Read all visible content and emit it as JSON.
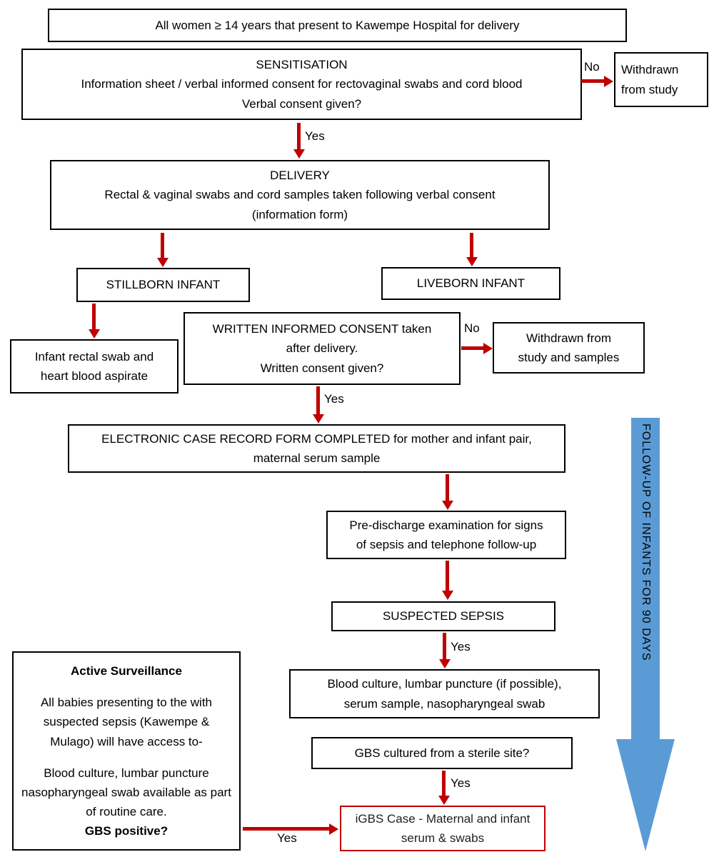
{
  "colors": {
    "arrow_red": "#C00000",
    "followup_blue": "#5B9BD5",
    "box_border_black": "#000000",
    "igbs_border_red": "#C00000"
  },
  "nodes": {
    "eligibility": {
      "text": "All women ≥ 14 years that present to Kawempe Hospital for delivery"
    },
    "sensitisation": {
      "line1": "SENSITISATION",
      "line2": "Information sheet / verbal informed consent for rectovaginal swabs and cord blood",
      "line3": "Verbal consent given?"
    },
    "withdrawn_study": {
      "line1": "Withdrawn",
      "line2": "from study"
    },
    "delivery": {
      "line1": "DELIVERY",
      "line2": "Rectal & vaginal swabs and cord samples taken following verbal consent",
      "line3": "(information form)"
    },
    "stillborn": {
      "text": "STILLBORN INFANT"
    },
    "liveborn": {
      "text": "LIVEBORN INFANT"
    },
    "infant_samples": {
      "line1": "Infant rectal swab and",
      "line2": "heart blood aspirate"
    },
    "written_consent": {
      "line1": "WRITTEN INFORMED CONSENT taken",
      "line2": "after delivery.",
      "line3": "Written consent given?"
    },
    "withdrawn_samples": {
      "line1": "Withdrawn from",
      "line2": "study and samples"
    },
    "ecrf": {
      "line1": "ELECTRONIC CASE RECORD FORM COMPLETED for mother and infant pair,",
      "line2": "maternal serum sample"
    },
    "predischarge": {
      "line1": "Pre-discharge examination for signs",
      "line2": "of sepsis and telephone follow-up"
    },
    "suspected_sepsis": {
      "text": "SUSPECTED SEPSIS"
    },
    "blood_culture": {
      "line1": "Blood culture, lumbar puncture (if possible),",
      "line2": "serum sample, nasopharyngeal swab"
    },
    "gbs_sterile": {
      "text": "GBS cultured from a sterile site?"
    },
    "igbs_case": {
      "line1": "iGBS Case - Maternal and infant",
      "line2": "serum & swabs"
    },
    "active_surveillance": {
      "title": "Active Surveillance",
      "para1": "All babies presenting to the with suspected sepsis (Kawempe & Mulago) will have access to-",
      "para2": "Blood culture, lumbar puncture nasopharyngeal swab available as part of routine care.",
      "question": "GBS positive?"
    },
    "followup": {
      "text": "FOLLOW-UP OF INFANTS FOR 90 DAYS"
    }
  },
  "edge_labels": {
    "no_sensitisation": "No",
    "yes_sensitisation": "Yes",
    "no_consent": "No",
    "yes_consent": "Yes",
    "yes_sepsis": "Yes",
    "yes_gbs": "Yes",
    "yes_surveillance": "Yes"
  }
}
